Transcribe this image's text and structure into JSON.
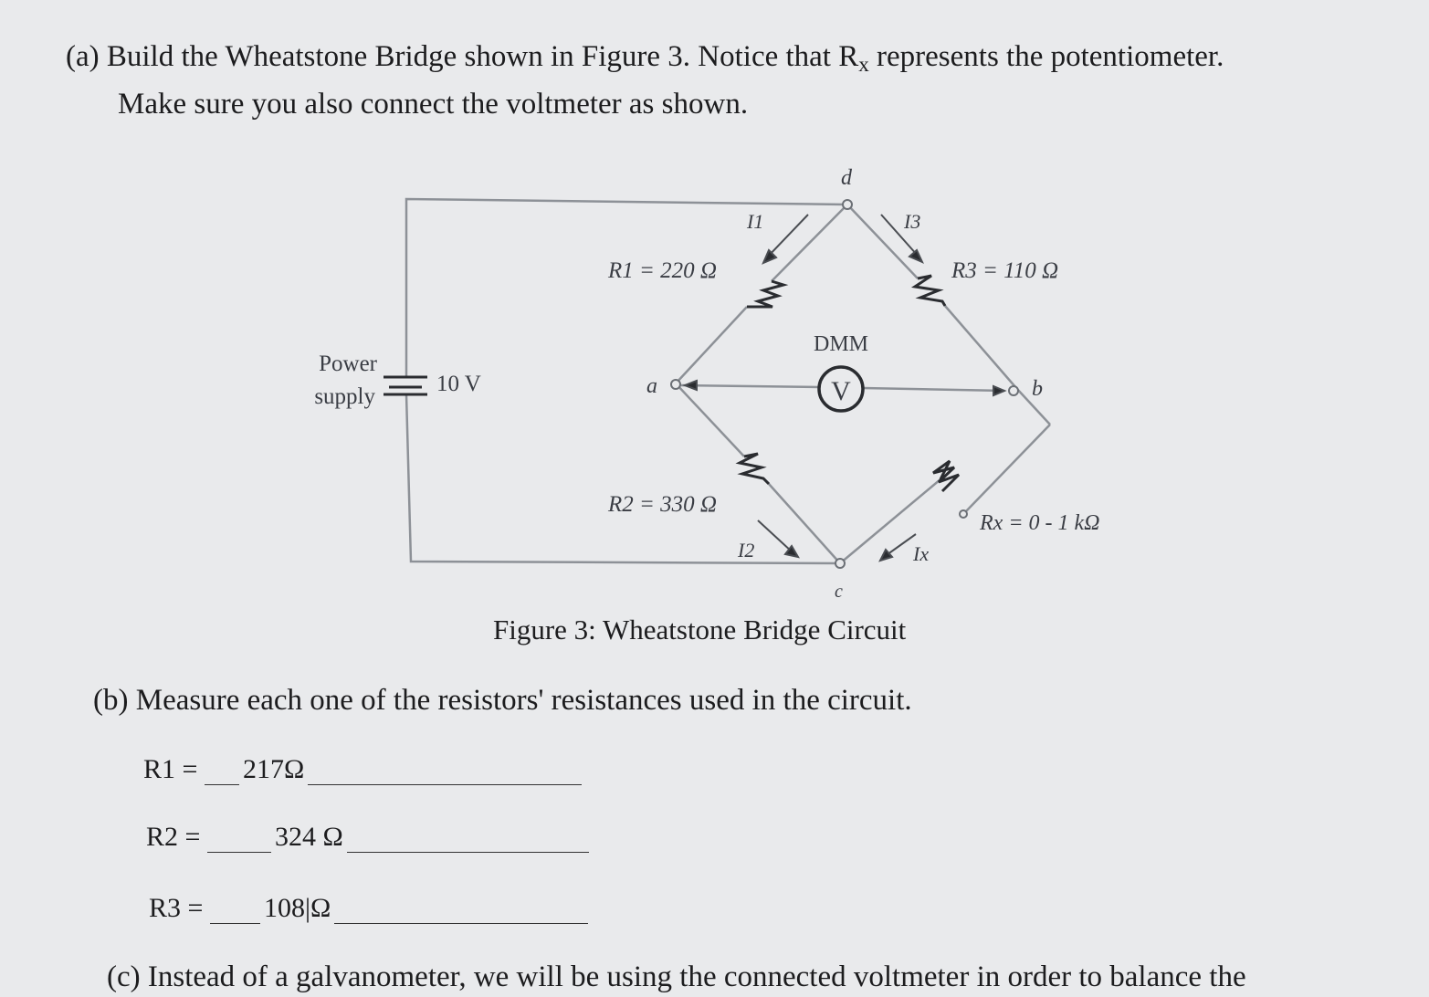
{
  "part_a": {
    "line1_pre": "(a) Build the Wheatstone Bridge shown in Figure 3. Notice that R",
    "line1_sub": "x",
    "line1_post": " represents the potentiometer.",
    "line2": "Make sure you also connect the voltmeter as shown."
  },
  "figure": {
    "node_a": "a",
    "node_b": "b",
    "node_c": "c",
    "node_d": "d",
    "r1": "R1 = 220 Ω",
    "r2": "R2 = 330 Ω",
    "r3": "R3 = 110 Ω",
    "rx": "Rx = 0 - 1 kΩ",
    "i1": "I1",
    "i2": "I2",
    "i3": "I3",
    "ix": "Ix",
    "meter_label": "DMM",
    "meter_symbol": "V",
    "power_label_1": "Power",
    "power_label_2": "supply",
    "voltage": "10 V",
    "caption": "Figure 3: Wheatstone Bridge Circuit"
  },
  "part_b": {
    "text": "(b) Measure each one of the resistors' resistances used in the circuit."
  },
  "answers": [
    {
      "label": "R1 =",
      "value": "217Ω"
    },
    {
      "label": "R2 =",
      "value": "324 Ω"
    },
    {
      "label": "R3 =",
      "value": "108|Ω"
    }
  ],
  "part_c": {
    "text": "(c) Instead of a galvanometer, we will be using the connected voltmeter in order to balance the"
  }
}
